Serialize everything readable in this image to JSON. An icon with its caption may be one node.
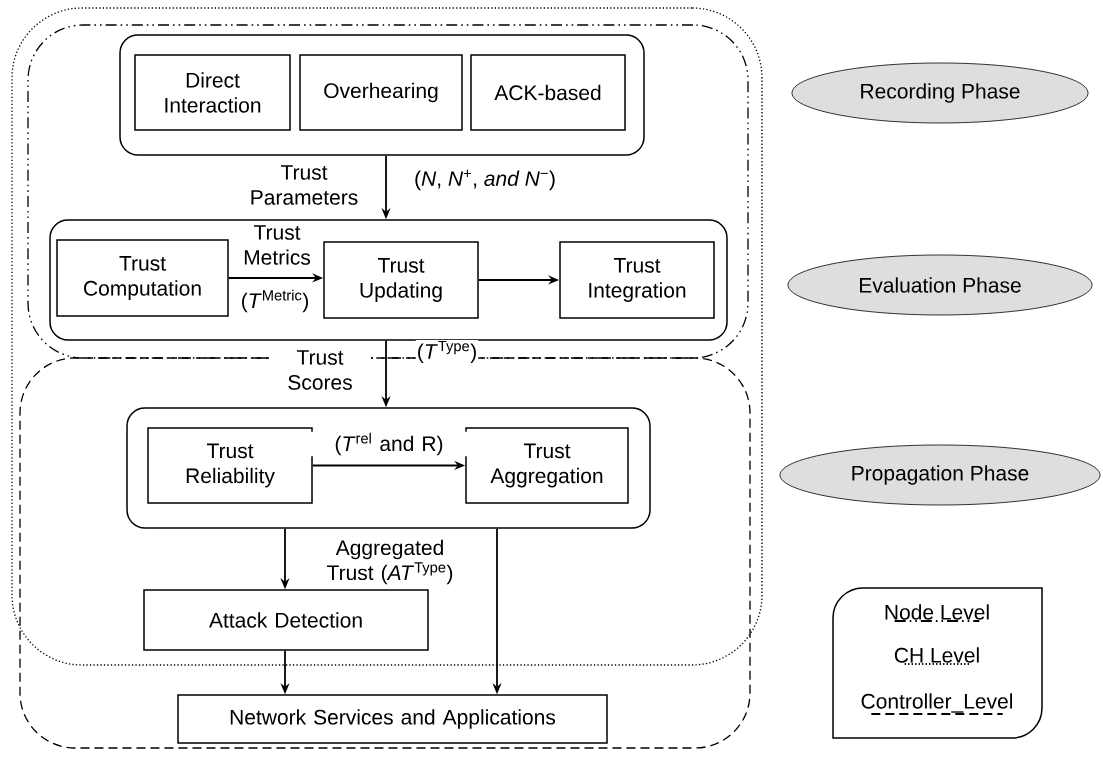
{
  "diagram": {
    "nodes": [
      {
        "text": [],
        "shape": "box"
      },
      {
        "text": [],
        "shape": "box",
        "in": 0
      },
      {
        "text": [],
        "shape": "box"
      },
      {
        "text": [],
        "shape": "box",
        "in": 1
      },
      {
        "text": [
          "Direct Interaction"
        ],
        "in": 3
      },
      {
        "text": [
          "Overhearing"
        ],
        "in": 3
      },
      {
        "text": [
          "ACK-based"
        ],
        "in": 3
      },
      {
        "text": [],
        "shape": "box",
        "in": 1
      },
      {
        "text": [
          "Trust Computation"
        ],
        "in": 7
      },
      {
        "text": [
          "Trust Updating"
        ],
        "in": 7
      },
      {
        "text": [
          "Trust Integration"
        ],
        "in": 7
      },
      {
        "text": [],
        "shape": "box"
      },
      {
        "text": [
          "Trust Reliability"
        ],
        "in": 11
      },
      {
        "text": [
          "Trust Aggregation"
        ],
        "in": 11
      },
      {
        "text": [
          "Attack Detection"
        ]
      },
      {
        "text": [
          "Network Services and Applications"
        ],
        "in": 2
      },
      {
        "text": [
          "Recording Phase"
        ]
      },
      {
        "text": [
          "Evaluation Phase"
        ]
      },
      {
        "text": [
          "Propagation Phase"
        ]
      }
    ],
    "edges": [
      {
        "from": 3,
        "to": 7,
        "arrow": "to",
        "label": "Trust Parameters"
      },
      {
        "from": 8,
        "to": 9,
        "arrow": "to",
        "label": "Trust Metrics"
      },
      {
        "from": 9,
        "to": 10,
        "arrow": "to"
      },
      {
        "from": 7,
        "to": 11,
        "arrow": "to",
        "label": "Trust Scores"
      },
      {
        "from": 12,
        "to": 13,
        "arrow": "to",
        "label": "(*T*$^{rel}$ and R)"
      },
      {
        "from": 11,
        "to": 14,
        "arrow": "to",
        "label": "Aggregated Trust (*AT*$^{Type}$)"
      },
      {
        "from": 14,
        "to": 15,
        "arrow": "to"
      },
      {
        "from": 11,
        "to": 15,
        "arrow": "to"
      }
    ],
    "labels": [
      "(*N*, *N*$^{+}$, *and N*$^{−}$)",
      "(*T*$^{Metric}$)",
      "(*T*$^{Type}$)"
    ],
    "legend": [
      {
        "text": "Node Level"
      },
      {
        "text": "CH Level"
      },
      {
        "text": "Controller_Level"
      }
    ]
  }
}
